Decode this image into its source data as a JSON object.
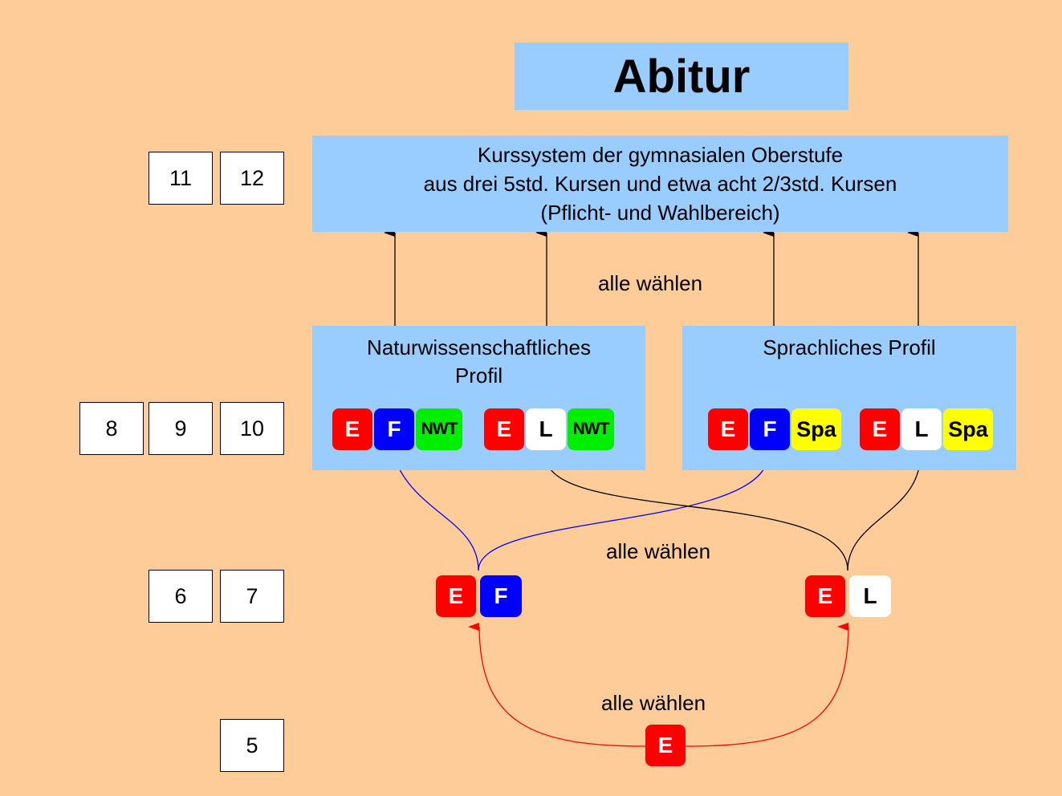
{
  "title": "Abitur",
  "kurssystem": {
    "line1": "Kurssystem der gymnasialen Oberstufe",
    "line2": "aus drei 5std. Kursen und etwa acht 2/3std. Kursen",
    "line3": "(Pflicht- und Wahlbereich)"
  },
  "captions": {
    "upper": "alle wählen",
    "middle": "alle wählen",
    "lower": "alle wählen"
  },
  "profiles": {
    "science": {
      "title_line1": "Naturwissenschaftliches",
      "title_line2": "Profil",
      "combo1": [
        "E",
        "F",
        "NWT"
      ],
      "combo2": [
        "E",
        "L",
        "NWT"
      ]
    },
    "language": {
      "title_line1": "Sprachliches Profil",
      "combo1": [
        "E",
        "F",
        "Spa"
      ],
      "combo2": [
        "E",
        "L",
        "Spa"
      ]
    }
  },
  "grades": {
    "upper": [
      "11",
      "12"
    ],
    "middle": [
      "8",
      "9",
      "10"
    ],
    "lower": [
      "6",
      "7"
    ],
    "start": [
      "5"
    ]
  },
  "stage67": {
    "left": [
      "E",
      "F"
    ],
    "right": [
      "E",
      "L"
    ]
  },
  "stage5": [
    "E"
  ],
  "colors": {
    "background": "#FECC99",
    "box": "#99CCFF",
    "english": "#FF0000",
    "french": "#0000FF",
    "latin": "#FFFFFF",
    "nwt": "#00EE00",
    "spanish": "#FFFF00"
  }
}
